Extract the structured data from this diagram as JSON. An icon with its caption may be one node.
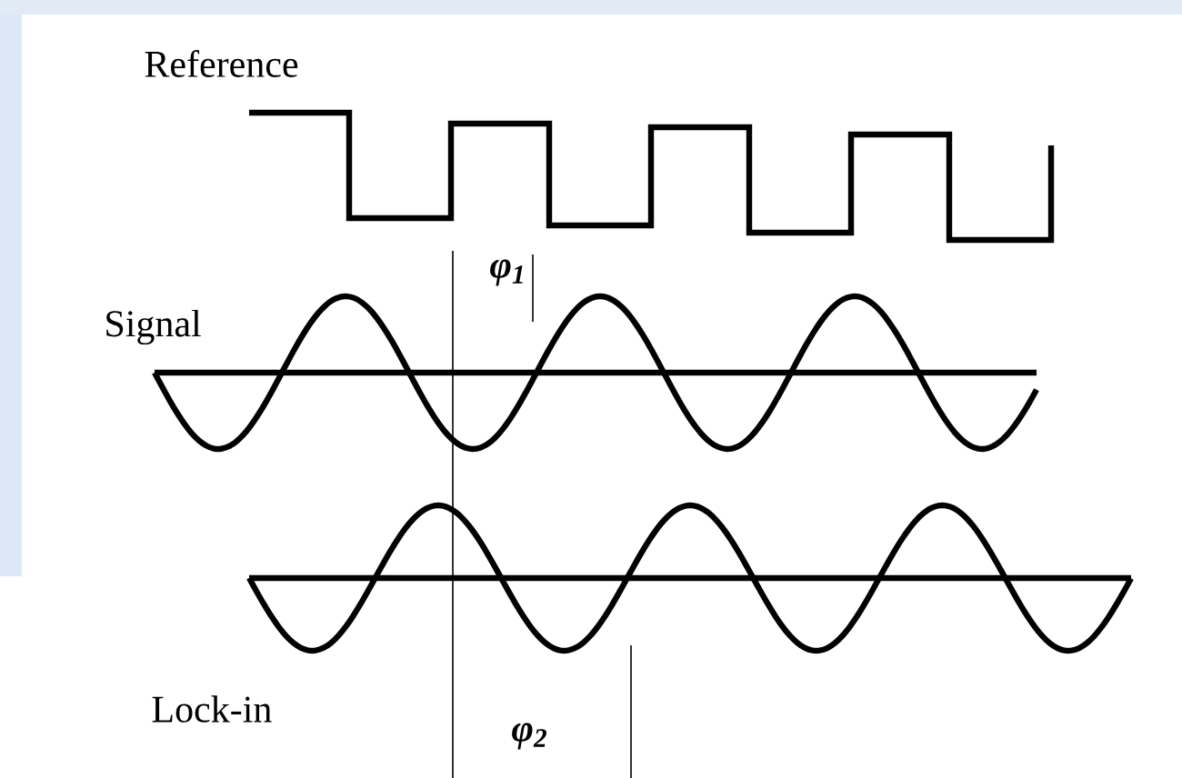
{
  "diagram": {
    "labels": [
      "Reference",
      "φ$_{1}$",
      "Signal",
      "Lock-in",
      "φ$_{2}$"
    ]
  }
}
